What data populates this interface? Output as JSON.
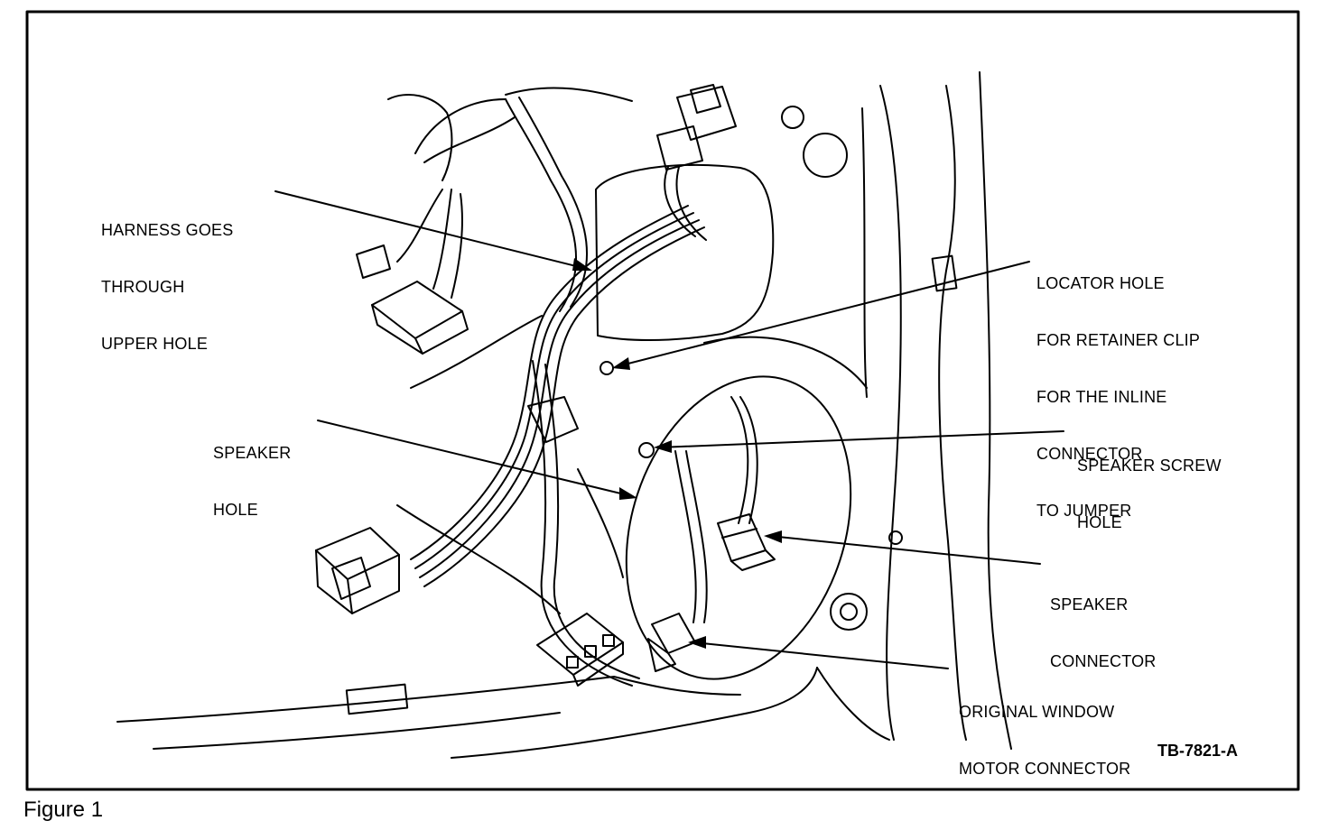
{
  "figure_caption": "Figure 1",
  "figure_id": "TB-7821-A",
  "labels": {
    "harness": [
      "HARNESS GOES",
      "THROUGH",
      "UPPER HOLE"
    ],
    "locator": [
      "LOCATOR HOLE",
      "FOR RETAINER CLIP",
      "FOR THE INLINE",
      "CONNECTOR",
      "TO JUMPER"
    ],
    "speaker_hole": [
      "SPEAKER",
      "HOLE"
    ],
    "screw_hole": [
      "SPEAKER SCREW",
      "HOLE"
    ],
    "speaker_connector": [
      "SPEAKER",
      "CONNECTOR"
    ],
    "window_motor": [
      "ORIGINAL WINDOW",
      "MOTOR CONNECTOR"
    ]
  }
}
